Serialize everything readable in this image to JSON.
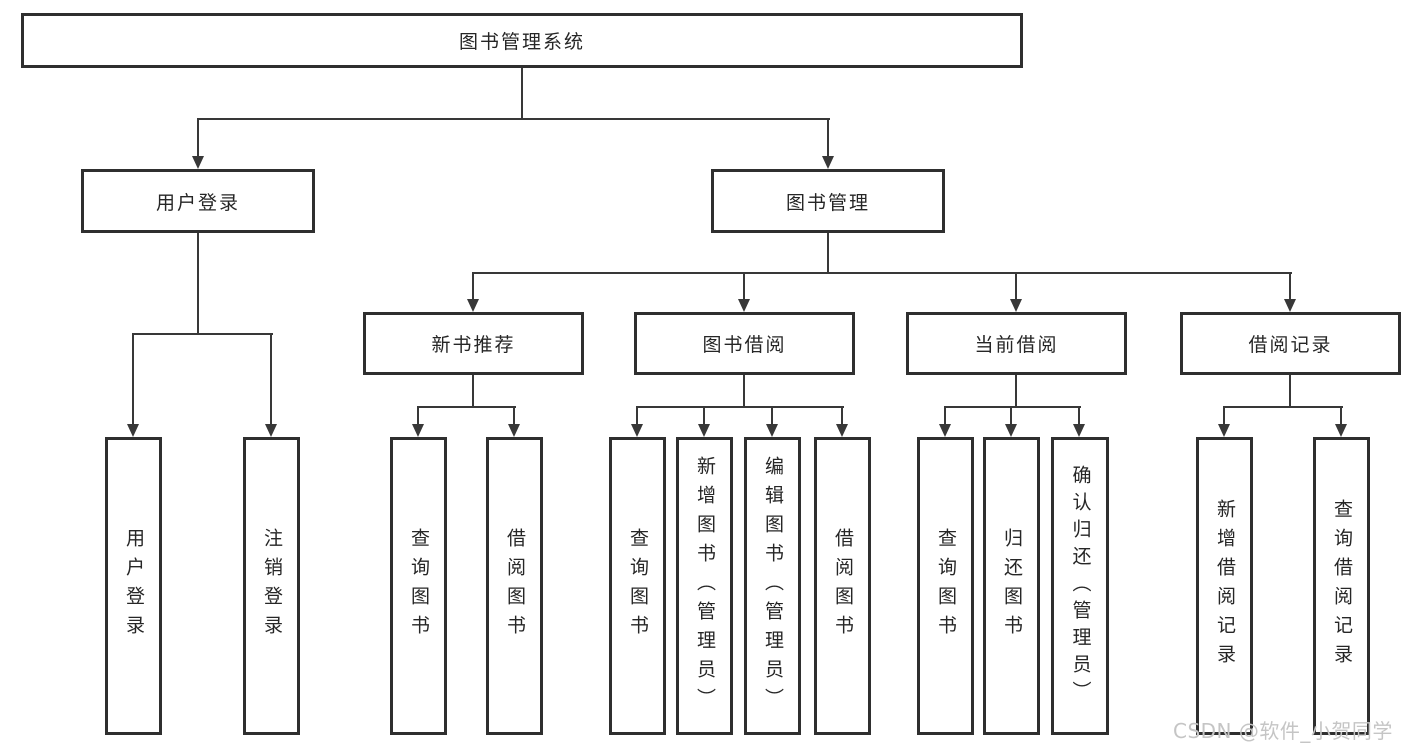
{
  "diagram": {
    "root": {
      "label": "图书管理系统"
    },
    "branches": [
      {
        "label": "用户登录",
        "children": [
          {
            "label": "用户登录"
          },
          {
            "label": "注销登录"
          }
        ]
      },
      {
        "label": "图书管理",
        "children": [
          {
            "label": "新书推荐",
            "children": [
              {
                "label": "查询图书"
              },
              {
                "label": "借阅图书"
              }
            ]
          },
          {
            "label": "图书借阅",
            "children": [
              {
                "label": "查询图书"
              },
              {
                "label": "新增图书（管理员）"
              },
              {
                "label": "编辑图书（管理员）"
              },
              {
                "label": "借阅图书"
              }
            ]
          },
          {
            "label": "当前借阅",
            "children": [
              {
                "label": "查询图书"
              },
              {
                "label": "归还图书"
              },
              {
                "label": "确认归还（管理员）"
              }
            ]
          },
          {
            "label": "借阅记录",
            "children": [
              {
                "label": "新增借阅记录"
              },
              {
                "label": "查询借阅记录"
              }
            ]
          }
        ]
      }
    ]
  },
  "watermark": {
    "text": "CSDN @软件_小贺同学"
  },
  "colors": {
    "line": "#383838",
    "box_border": "#2f2f2f",
    "text": "#262626",
    "watermark": "#c5c5c5",
    "background": "#ffffff"
  }
}
